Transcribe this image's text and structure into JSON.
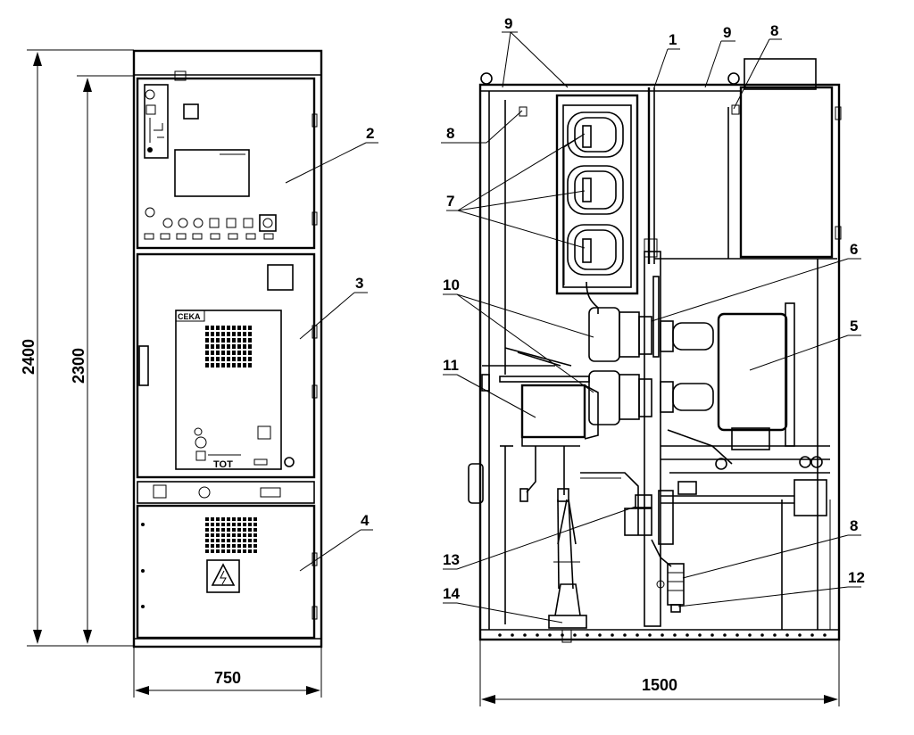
{
  "dimensions": {
    "overall_height": "2400",
    "frame_height": "2300",
    "front_width": "750",
    "side_depth": "1500"
  },
  "callouts": {
    "c1": "1",
    "c2": "2",
    "c3": "3",
    "c4": "4",
    "c5": "5",
    "c6": "6",
    "c7": "7",
    "c8a": "8",
    "c8b": "8",
    "c8c": "8",
    "c9a": "9",
    "c9b": "9",
    "c10": "10",
    "c11": "11",
    "c12": "12",
    "c13": "13",
    "c14": "14"
  },
  "panel_text": {
    "tester_label": "CEKA",
    "indicator_label": "TOT"
  },
  "icons": {
    "warning": "high-voltage-warning-icon",
    "handle": "door-handle-icon"
  },
  "colors": {
    "line": "#000000",
    "background": "#ffffff"
  }
}
